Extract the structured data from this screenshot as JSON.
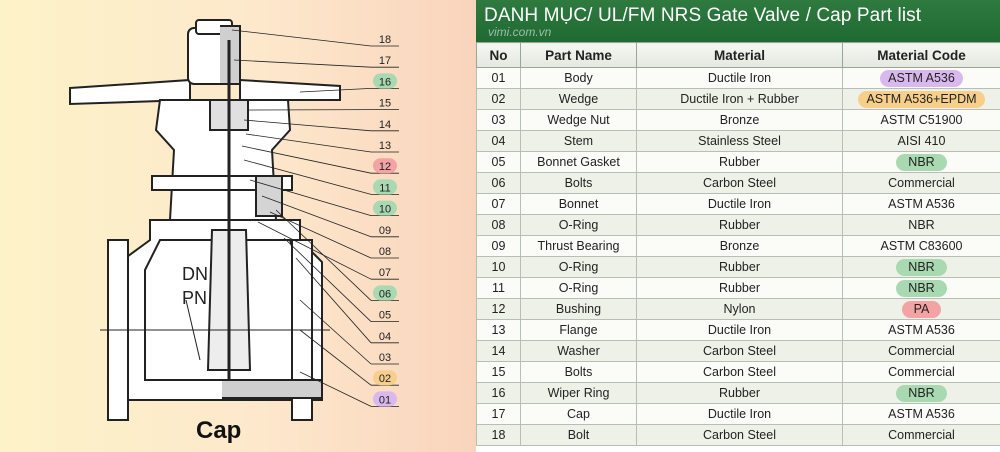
{
  "title": "DANH MỤC/ UL/FM NRS Gate Valve / Cap Part list",
  "watermark": "vimi.com.vn",
  "diagram": {
    "dn_label": "DN",
    "pn_label": "PN",
    "caption": "Cap",
    "callouts": [
      {
        "label": "18",
        "highlight": null
      },
      {
        "label": "17",
        "highlight": null
      },
      {
        "label": "16",
        "highlight": "green"
      },
      {
        "label": "15",
        "highlight": null
      },
      {
        "label": "14",
        "highlight": null
      },
      {
        "label": "13",
        "highlight": null
      },
      {
        "label": "12",
        "highlight": "red"
      },
      {
        "label": "11",
        "highlight": "green"
      },
      {
        "label": "10",
        "highlight": "green"
      },
      {
        "label": "09",
        "highlight": null
      },
      {
        "label": "08",
        "highlight": null
      },
      {
        "label": "07",
        "highlight": null
      },
      {
        "label": "06",
        "highlight": "green"
      },
      {
        "label": "05",
        "highlight": null
      },
      {
        "label": "04",
        "highlight": null
      },
      {
        "label": "03",
        "highlight": null
      },
      {
        "label": "02",
        "highlight": "orange"
      },
      {
        "label": "01",
        "highlight": "purple"
      }
    ]
  },
  "table": {
    "headers": {
      "no": "No",
      "part": "Part Name",
      "material": "Material",
      "code": "Material Code"
    },
    "rows": [
      {
        "no": "01",
        "part": "Body",
        "material": "Ductile Iron",
        "code": "ASTM A536",
        "highlight": "purple"
      },
      {
        "no": "02",
        "part": "Wedge",
        "material": "Ductile Iron + Rubber",
        "code": "ASTM A536+EPDM",
        "highlight": "orange"
      },
      {
        "no": "03",
        "part": "Wedge Nut",
        "material": "Bronze",
        "code": "ASTM C51900",
        "highlight": null
      },
      {
        "no": "04",
        "part": "Stem",
        "material": "Stainless Steel",
        "code": "AISI 410",
        "highlight": null
      },
      {
        "no": "05",
        "part": "Bonnet Gasket",
        "material": "Rubber",
        "code": "NBR",
        "highlight": "green"
      },
      {
        "no": "06",
        "part": "Bolts",
        "material": "Carbon Steel",
        "code": "Commercial",
        "highlight": null
      },
      {
        "no": "07",
        "part": "Bonnet",
        "material": "Ductile Iron",
        "code": "ASTM A536",
        "highlight": null
      },
      {
        "no": "08",
        "part": "O-Ring",
        "material": "Rubber",
        "code": "NBR",
        "highlight": null
      },
      {
        "no": "09",
        "part": "Thrust Bearing",
        "material": "Bronze",
        "code": "ASTM C83600",
        "highlight": null
      },
      {
        "no": "10",
        "part": "O-Ring",
        "material": "Rubber",
        "code": "NBR",
        "highlight": "green"
      },
      {
        "no": "11",
        "part": "O-Ring",
        "material": "Rubber",
        "code": "NBR",
        "highlight": "green"
      },
      {
        "no": "12",
        "part": "Bushing",
        "material": "Nylon",
        "code": "PA",
        "highlight": "red"
      },
      {
        "no": "13",
        "part": "Flange",
        "material": "Ductile Iron",
        "code": "ASTM A536",
        "highlight": null
      },
      {
        "no": "14",
        "part": "Washer",
        "material": "Carbon Steel",
        "code": "Commercial",
        "highlight": null
      },
      {
        "no": "15",
        "part": "Bolts",
        "material": "Carbon Steel",
        "code": "Commercial",
        "highlight": null
      },
      {
        "no": "16",
        "part": "Wiper Ring",
        "material": "Rubber",
        "code": "NBR",
        "highlight": "green"
      },
      {
        "no": "17",
        "part": "Cap",
        "material": "Ductile Iron",
        "code": "ASTM A536",
        "highlight": null
      },
      {
        "no": "18",
        "part": "Bolt",
        "material": "Carbon Steel",
        "code": "Commercial",
        "highlight": null
      }
    ]
  },
  "colors": {
    "purple": "#d9b8ee",
    "orange": "#f8cf8a",
    "green": "#a9d9b0",
    "red": "#f3a3a3",
    "header_green": "#2f7a3f"
  }
}
